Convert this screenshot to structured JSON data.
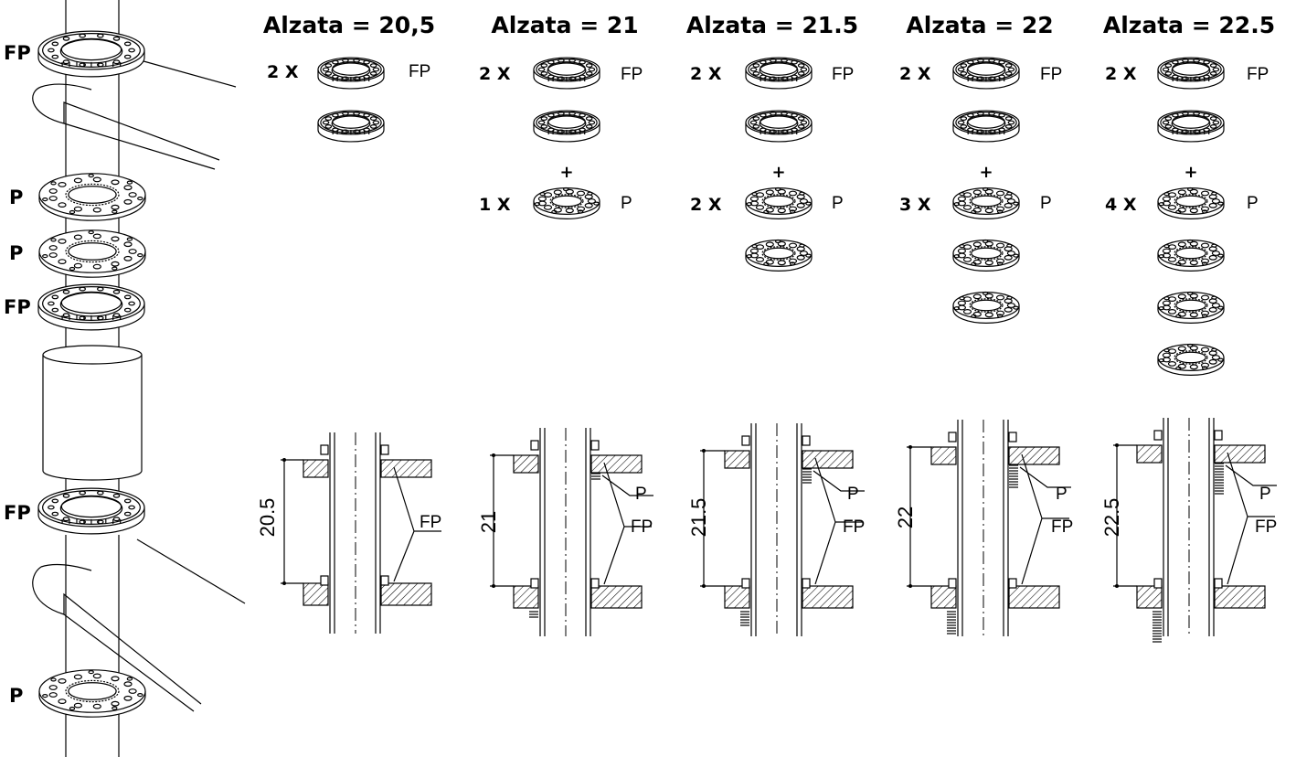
{
  "side_labels": [
    "FP",
    "P",
    "P",
    "FP",
    "FP",
    "P"
  ],
  "columns": [
    {
      "title": "Alzata = 20,5",
      "fp_count": "2 X",
      "fp_tag": "FP",
      "plus": "",
      "p_count": "",
      "p_tag": "",
      "dimension": "20.5",
      "callout_p": "",
      "callout_fp": "FP"
    },
    {
      "title": "Alzata = 21",
      "fp_count": "2 X",
      "fp_tag": "FP",
      "plus": "+",
      "p_count": "1 X",
      "p_tag": "P",
      "dimension": "21",
      "callout_p": "P",
      "callout_fp": "FP"
    },
    {
      "title": "Alzata = 21.5",
      "fp_count": "2 X",
      "fp_tag": "FP",
      "plus": "+",
      "p_count": "2 X",
      "p_tag": "P",
      "dimension": "21.5",
      "callout_p": "P",
      "callout_fp": "FP"
    },
    {
      "title": "Alzata = 22",
      "fp_count": "2 X",
      "fp_tag": "FP",
      "plus": "+",
      "p_count": "3 X",
      "p_tag": "P",
      "dimension": "22",
      "callout_p": "P",
      "callout_fp": "FP"
    },
    {
      "title": "Alzata = 22.5",
      "fp_count": "2 X",
      "fp_tag": "FP",
      "plus": "+",
      "p_count": "4 X",
      "p_tag": "P",
      "dimension": "22.5",
      "callout_p": "P",
      "callout_fp": "FP"
    }
  ]
}
